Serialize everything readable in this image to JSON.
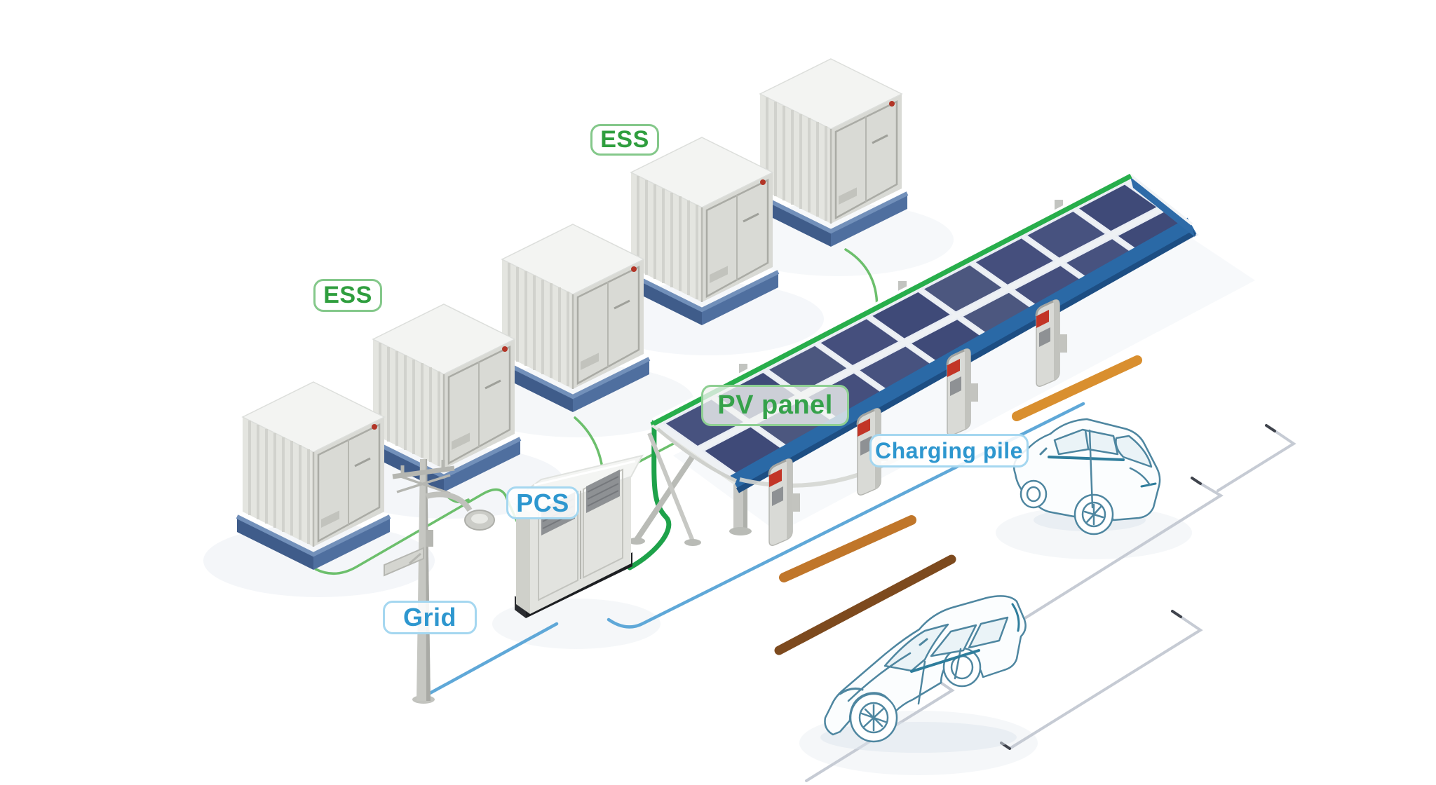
{
  "scene": {
    "labels": {
      "ess_top": "ESS",
      "ess_left": "ESS",
      "pv_panel": "PV panel",
      "charging_pile": "Charging pile",
      "pcs": "PCS",
      "grid": "Grid"
    },
    "colors": {
      "label_green_text": "#2f9e3e",
      "label_green_border": "#84c88a",
      "label_blue_text": "#2e97cf",
      "label_blue_border": "#a5d7f0",
      "ess_line_green": "#6cbf6c",
      "pv_line_green": "#1ea24a",
      "grid_line_blue": "#5fa8d8",
      "container_base_blue": "#4c6fa0",
      "canopy_blue": "#2a69a6",
      "pv_cell_blue": "#454f7d",
      "barrier_orange": "#d98f2f",
      "barrier_brown": "#7d4a1e",
      "car_sketch_teal": "#4e86a0",
      "pile_red": "#c23527"
    },
    "components": {
      "ess_containers": {
        "count": 5,
        "label": "ESS"
      },
      "pv_carport": {
        "panel_rows": 2,
        "panels_per_row": 9,
        "label": "PV panel"
      },
      "charging_piles": {
        "count": 4,
        "label": "Charging pile"
      },
      "pcs_cabinet": {
        "count": 1,
        "label": "PCS"
      },
      "grid_street_light_pole": {
        "count": 1,
        "label": "Grid"
      },
      "cars": {
        "count": 2
      },
      "parking_bays": {
        "count": 4
      },
      "wheel_stop_barriers": {
        "count": 3
      }
    },
    "connections": [
      {
        "from": "ESS",
        "to": "PCS",
        "color": "#6cbf6c",
        "style": "thin-green"
      },
      {
        "from": "PV panel",
        "to": "PCS",
        "color": "#1ea24a",
        "style": "thick-green"
      },
      {
        "from": "Grid",
        "to": "PCS",
        "color": "#5fa8d8",
        "style": "blue"
      },
      {
        "from": "PCS",
        "to": "Charging pile",
        "color": "#5fa8d8",
        "style": "blue"
      }
    ]
  }
}
